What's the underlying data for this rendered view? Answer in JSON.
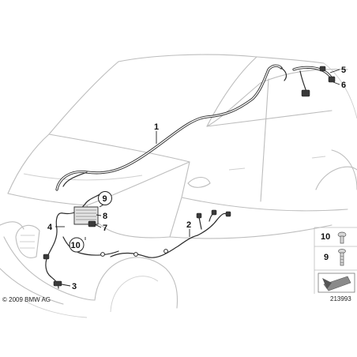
{
  "callouts": {
    "c1": "1",
    "c2": "2",
    "c3": "3",
    "c4": "4",
    "c5": "5",
    "c6": "6",
    "c7": "7",
    "c8": "8",
    "c9": "9",
    "c10": "10"
  },
  "legend": {
    "item_a": "10",
    "item_b": "9"
  },
  "copyright": "© 2009 BMW AG",
  "diagram_number": "213993"
}
